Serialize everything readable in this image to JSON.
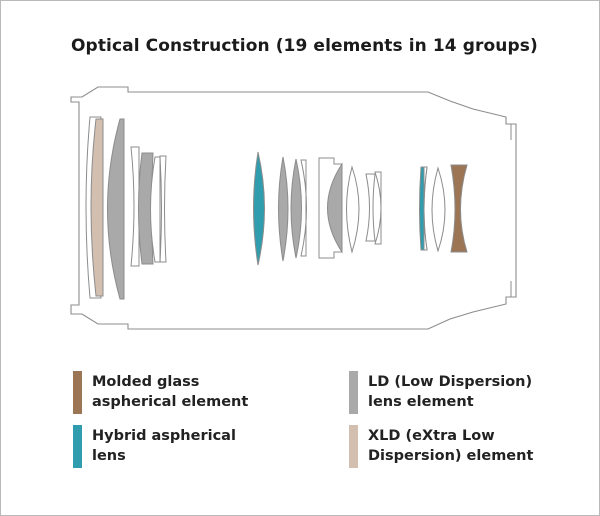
{
  "title": "Optical Construction (19 elements in 14 groups)",
  "colors": {
    "outline": "#8c8c8c",
    "molded_glass_aspherical": "#9b7554",
    "hybrid_aspherical": "#2f9dae",
    "ld": "#a9a9a9",
    "xld": "#d2bfb0"
  },
  "legend": [
    {
      "key": "molded_glass_aspherical",
      "line1": "Molded glass",
      "line2": "aspherical element"
    },
    {
      "key": "hybrid_aspherical",
      "line1": "Hybrid aspherical",
      "line2": "lens"
    },
    {
      "key": "ld",
      "line1": "LD (Low Dispersion)",
      "line2": "lens element"
    },
    {
      "key": "xld",
      "line1": "XLD (eXtra Low",
      "line2": "Dispersion) element"
    }
  ]
}
